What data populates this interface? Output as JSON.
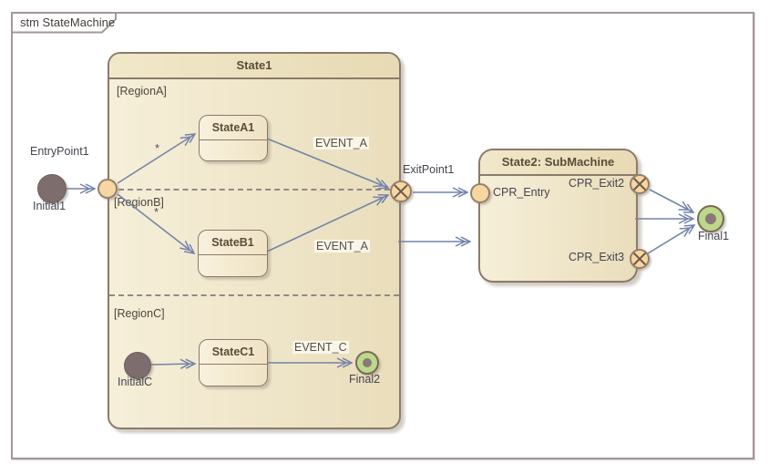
{
  "frame": {
    "title": "stm StateMachine"
  },
  "states": {
    "state1": {
      "title": "State1",
      "region_a": "[RegionA]",
      "region_b": "[RegionB]",
      "region_c": "[RegionC]"
    },
    "state2": {
      "title": "State2: SubMachine"
    },
    "substates": {
      "state_a1": "StateA1",
      "state_b1": "StateB1",
      "state_c1": "StateC1"
    }
  },
  "nodes": {
    "initial1": "Initial1",
    "initialc": "InitialC",
    "entry_point1": "EntryPoint1",
    "exit_point1": "ExitPoint1",
    "cpr_entry": "CPR_Entry",
    "cpr_exit2": "CPR_Exit2",
    "cpr_exit3": "CPR_Exit3",
    "final1": "Final1",
    "final2": "Final2"
  },
  "transitions": {
    "event_a_top": "EVENT_A",
    "event_a_bottom": "EVENT_A",
    "event_c": "EVENT_C",
    "star_region_a": "*",
    "star_region_b": "*"
  },
  "colors": {
    "state_fill_light": "#f6efd9",
    "state_fill_dark": "#e9ddbb",
    "state_border": "#8b7a6a",
    "transition_line": "#7384a8",
    "entry_exit_fill": "#f6d7a2",
    "initial_fill": "#7d6d6d",
    "final_fill": "#bcd98a",
    "frame_border": "#a59797"
  }
}
